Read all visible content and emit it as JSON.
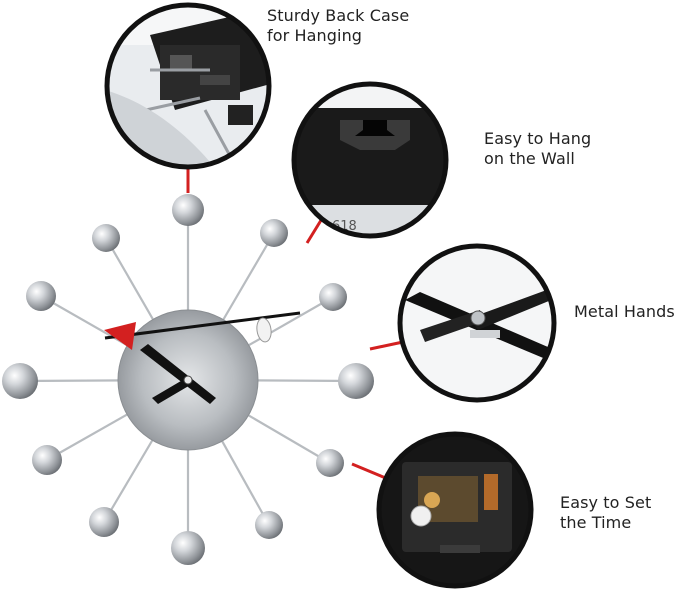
{
  "colors": {
    "accent_red": "#d32020",
    "frame_black": "#1a1a1a",
    "metal_silver": "#c4c8cc"
  },
  "callouts": {
    "back_case": {
      "line1": "Sturdy Back Case",
      "line2": "for Hanging"
    },
    "hang_wall": {
      "line1": "Easy to Hang",
      "line2": "on the Wall"
    },
    "metal_hands": {
      "line1": "Metal Hands"
    },
    "set_time": {
      "line1": "Easy to Set",
      "line2": "the Time"
    }
  },
  "clock": {
    "spoke_count": 12,
    "hand_style": "black metal, red second-hand tip"
  }
}
